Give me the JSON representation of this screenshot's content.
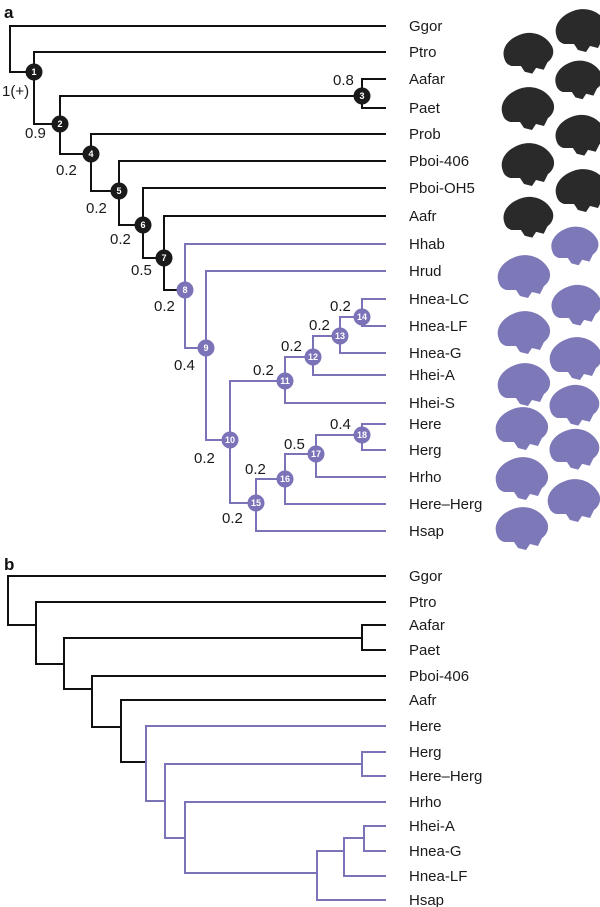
{
  "panel_a": {
    "letter": "a",
    "taxa": [
      "Ggor",
      "Ptro",
      "Aafar",
      "Paet",
      "Prob",
      "Pboi-406",
      "Pboi-OH5",
      "Aafr",
      "Hhab",
      "Hrud",
      "Hnea-LC",
      "Hnea-LF",
      "Hnea-G",
      "Hhei-A",
      "Hhei-S",
      "Here",
      "Herg",
      "Hrho",
      "Here–Herg",
      "Hsap"
    ],
    "nodes": [
      {
        "num": "1",
        "support": "1(+)"
      },
      {
        "num": "2",
        "support": "0.9"
      },
      {
        "num": "3",
        "support": "0.8"
      },
      {
        "num": "4",
        "support": "0.2"
      },
      {
        "num": "5",
        "support": "0.2"
      },
      {
        "num": "6",
        "support": "0.2"
      },
      {
        "num": "7",
        "support": "0.5"
      },
      {
        "num": "8",
        "support": "0.2"
      },
      {
        "num": "9",
        "support": "0.4"
      },
      {
        "num": "10",
        "support": "0.2"
      },
      {
        "num": "11",
        "support": "0.2"
      },
      {
        "num": "12",
        "support": "0.2"
      },
      {
        "num": "13",
        "support": "0.2"
      },
      {
        "num": "14",
        "support": "0.2"
      },
      {
        "num": "15",
        "support": "0.2"
      },
      {
        "num": "16",
        "support": "0.2"
      },
      {
        "num": "17",
        "support": "0.5"
      },
      {
        "num": "18",
        "support": "0.4"
      }
    ]
  },
  "panel_b": {
    "letter": "b",
    "taxa": [
      "Ggor",
      "Ptro",
      "Aafar",
      "Paet",
      "Pboi-406",
      "Aafr",
      "Here",
      "Herg",
      "Here–Herg",
      "Hrho",
      "Hhei-A",
      "Hnea-G",
      "Hnea-LF",
      "Hsap"
    ]
  },
  "colors": {
    "early_clade": "#111111",
    "homo_clade": "#7b73b8"
  }
}
